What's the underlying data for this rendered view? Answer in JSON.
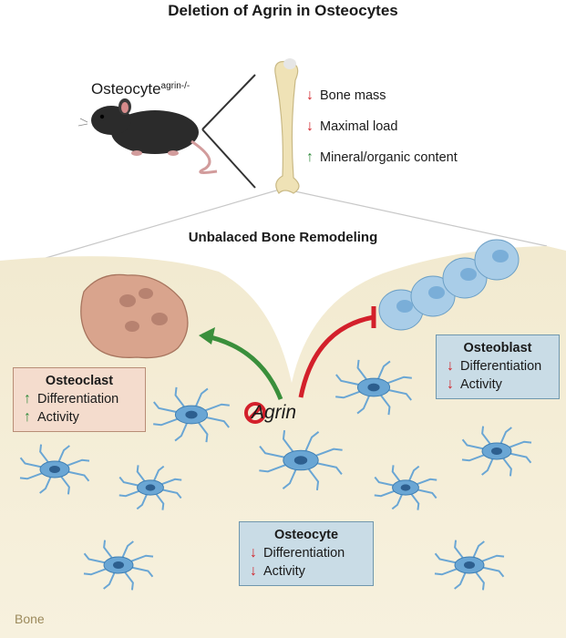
{
  "title": "Deletion of Agrin in Osteocytes",
  "mouse": {
    "label": "Osteocyte",
    "superscript": "agrin-/-"
  },
  "effects": [
    {
      "direction": "down",
      "label": "Bone mass"
    },
    {
      "direction": "down",
      "label": "Maximal load"
    },
    {
      "direction": "up",
      "label": "Mineral/organic content"
    }
  ],
  "subtitle": "Unbalaced Bone Remodeling",
  "osteoclast": {
    "title": "Osteoclast",
    "lines": [
      {
        "direction": "up",
        "label": "Differentiation"
      },
      {
        "direction": "up",
        "label": "Activity"
      }
    ]
  },
  "osteoblast": {
    "title": "Osteoblast",
    "lines": [
      {
        "direction": "down",
        "label": "Differentiation"
      },
      {
        "direction": "down",
        "label": "Activity"
      }
    ]
  },
  "osteocyte": {
    "title": "Osteocyte",
    "lines": [
      {
        "direction": "down",
        "label": "Differentiation"
      },
      {
        "direction": "down",
        "label": "Activity"
      }
    ]
  },
  "agrin_label": "Agrin",
  "bone_label": "Bone",
  "colors": {
    "bone": "#f4edd5",
    "osteocyte": "#6aa6d4",
    "osteoclast": "#d9a48d",
    "osteoblast": "#a9cde8",
    "stimulate": "#3a8f3b",
    "inhibit": "#d3202b"
  },
  "arrow_glyphs": {
    "up": "↑",
    "down": "↓"
  }
}
